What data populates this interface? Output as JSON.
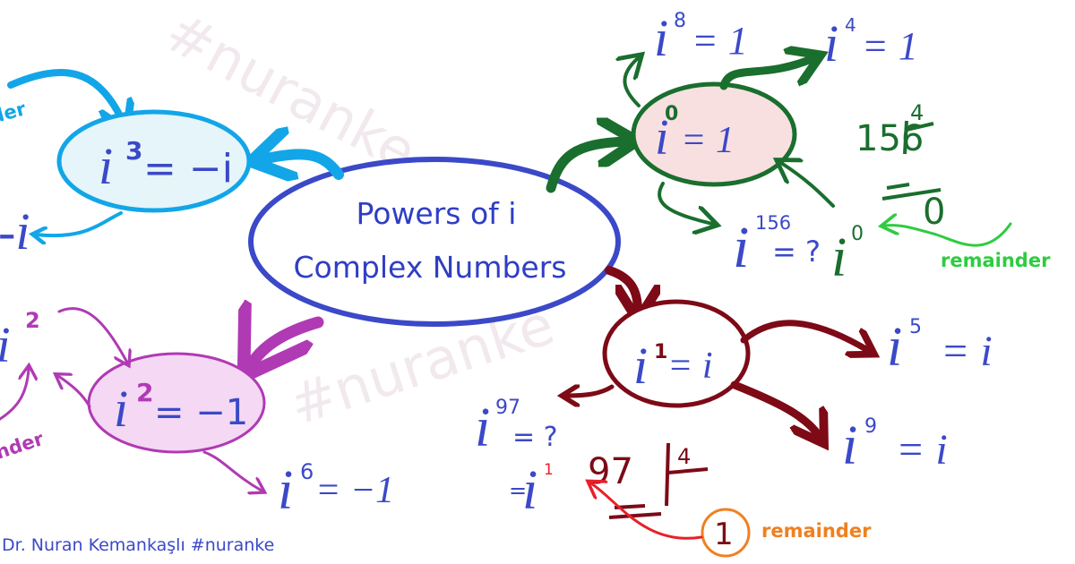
{
  "title": {
    "line1": "Powers of i",
    "line2": "Complex Numbers"
  },
  "watermarks": [
    "#nuranke",
    "#nuranke"
  ],
  "footer": "Dr. Nuran Kemankaşlı  #nuranke",
  "colors": {
    "center": "#3b49c8",
    "i0_branch": "#1a6e2e",
    "i0_fill": "#f8e0e0",
    "i1_branch": "#7d0a16",
    "i2_branch": "#b03ab4",
    "i2_fill": "#f4d8f4",
    "i3_branch": "#12a6e8",
    "i3_fill": "#e6f5f9",
    "remainder_green": "#2ecc40",
    "remainder_orange": "#f08020",
    "red_arrow": "#e8202a"
  },
  "nodes": {
    "i0": {
      "base": "i",
      "exp": "0",
      "rhs": "= 1"
    },
    "i1": {
      "base": "i",
      "exp": "1",
      "rhs": "= i"
    },
    "i2": {
      "base": "i",
      "exp": "2",
      "rhs": "= −1"
    },
    "i3": {
      "base": "i",
      "exp": "3",
      "rhs": "= −i"
    }
  },
  "results": {
    "i8": {
      "base": "i",
      "exp": "8",
      "rhs": "= 1"
    },
    "i4": {
      "base": "i",
      "exp": "4",
      "rhs": "= 1"
    },
    "i156": {
      "base": "i",
      "exp": "156",
      "rhs": "= ?",
      "answer_exp": "0"
    },
    "i5": {
      "base": "i",
      "exp": "5",
      "rhs": "= i"
    },
    "i9": {
      "base": "i",
      "exp": "9",
      "rhs": "= i"
    },
    "i97": {
      "base": "i",
      "exp": "97",
      "rhs": "= ?",
      "answer_prefix": "=",
      "answer_exp": "1"
    },
    "i6": {
      "base": "i",
      "exp": "6",
      "rhs": "= −1"
    },
    "i2_left": {
      "base": "i",
      "exp": "2"
    },
    "i_left": {
      "text": "-i"
    }
  },
  "divisions": {
    "d156": {
      "dividend": "156",
      "divisor": "4",
      "remainder": "0"
    },
    "d97": {
      "dividend": "97",
      "divisor": "4",
      "remainder": "1"
    }
  },
  "labels": {
    "remainder_green": "remainder",
    "remainder_orange": "remainder",
    "remainder_blue_partial": "der",
    "remainder_purple_partial": "nder"
  }
}
